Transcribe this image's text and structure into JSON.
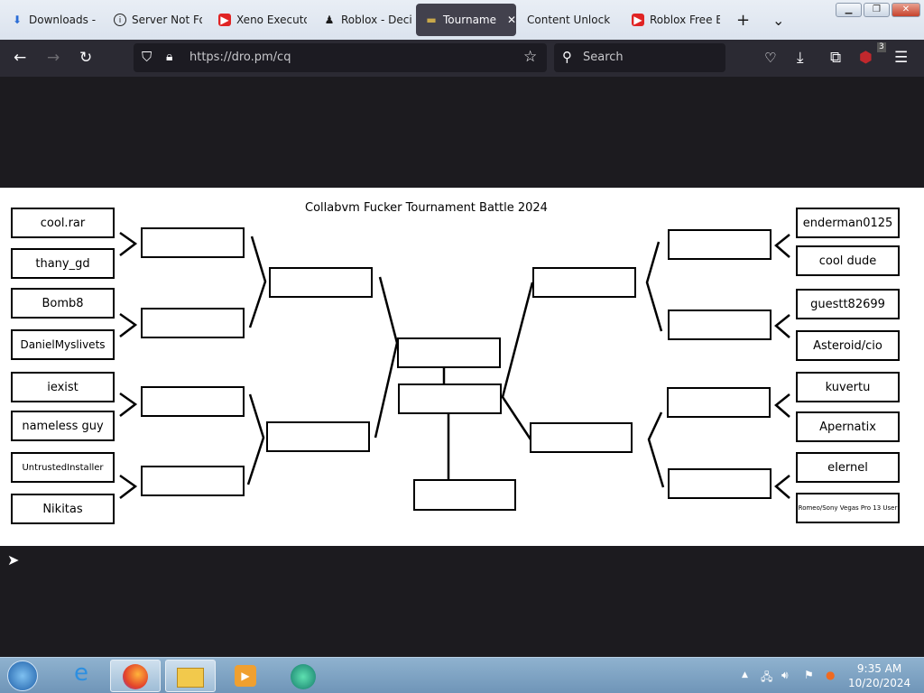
{
  "browser": {
    "tabs": [
      {
        "label": "Downloads -",
        "icon": "download-icon"
      },
      {
        "label": "Server Not Fo",
        "icon": "info-icon"
      },
      {
        "label": "Xeno Executo",
        "icon": "youtube-icon"
      },
      {
        "label": "Roblox - Deci",
        "icon": "roblox-icon"
      },
      {
        "label": "Tourname",
        "icon": "page-icon",
        "active": true
      },
      {
        "label": "Content Unlock",
        "icon": ""
      },
      {
        "label": "Roblox Free E",
        "icon": "youtube-icon"
      }
    ],
    "new_tab": "+",
    "tab_list": "⌄",
    "url": "https://dro.pm/cq",
    "search_placeholder": "Search",
    "extension_badge": "3"
  },
  "bracket": {
    "title": "Collabvm Fucker Tournament Battle 2024",
    "left_players": [
      "cool.rar",
      "thany_gd",
      "Bomb8",
      "DanielMyslivets",
      "iexist",
      "nameless guy",
      "UntrustedInstaller",
      "Nikitas"
    ],
    "right_players": [
      "enderman0125",
      "cool dude",
      "guestt82699",
      "Asteroid/cio",
      "kuvertu",
      "Apernatix",
      "eIernel",
      "Romeo/Sony Vegas Pro 13 User"
    ]
  },
  "taskbar": {
    "time": "9:35 AM",
    "date": "10/20/2024"
  }
}
